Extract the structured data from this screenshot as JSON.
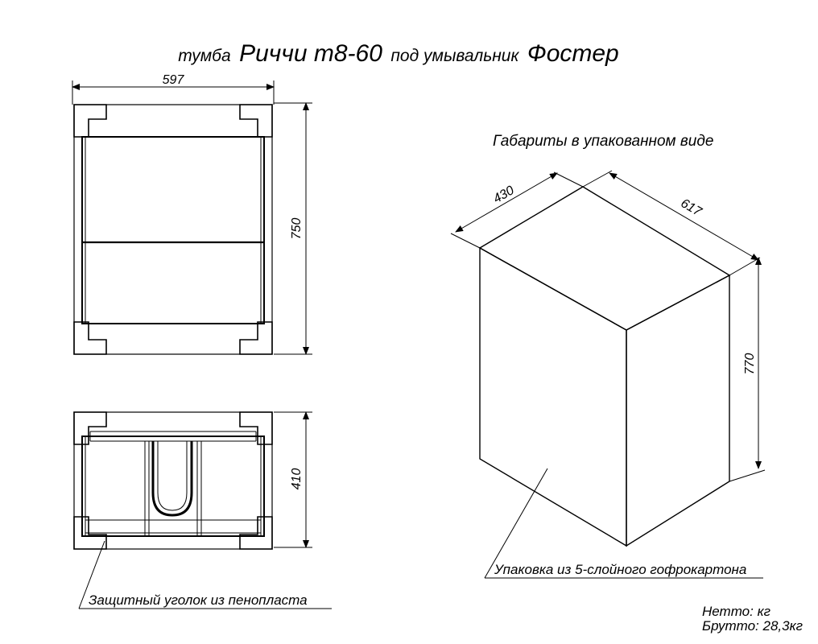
{
  "title": {
    "prefix": "тумба",
    "model": "Риччи т8-60",
    "middle": "под умывальник",
    "suffix": "Фостер"
  },
  "front_view": {
    "width_dim": "597",
    "height_dim": "750"
  },
  "top_view": {
    "depth_dim": "410",
    "corner_label": "Защитный уголок из пенопласта"
  },
  "package": {
    "caption": "Габариты в упакованном виде",
    "depth_dim": "430",
    "width_dim": "617",
    "height_dim": "770",
    "material_label": "Упаковка из 5-слойного гофрокартона"
  },
  "weights": {
    "net": "Нетто:  кг",
    "gross": "Брутто: 28,3кг"
  }
}
